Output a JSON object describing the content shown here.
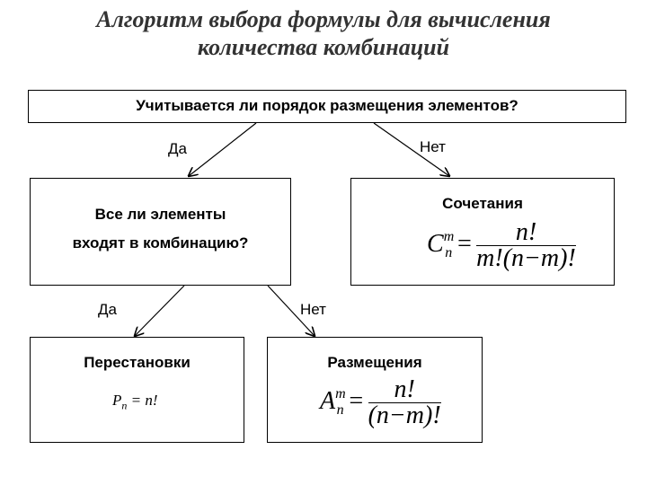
{
  "title": {
    "line1": "Алгоритм выбора формулы для вычисления",
    "line2": "количества комбинаций"
  },
  "root": {
    "question": "Учитывается ли порядок размещения элементов?"
  },
  "edges": {
    "root_yes": "Да",
    "root_no": "Нет",
    "second_yes": "Да",
    "second_no": "Нет"
  },
  "second": {
    "line1": "Все ли элементы",
    "line2": "входят в комбинацию?"
  },
  "combinations": {
    "title": "Сочетания",
    "lhs": "C",
    "sup": "m",
    "sub": "n",
    "eq": "=",
    "num": "n!",
    "den": "m!(n−m)!"
  },
  "permutations": {
    "title": "Перестановки",
    "formula_lhs": "P",
    "formula_sub": "n",
    "formula_rhs": " = n!"
  },
  "arrangements": {
    "title": "Размещения",
    "lhs": "A",
    "sup": "m",
    "sub": "n",
    "eq": "=",
    "num": "n!",
    "den": "(n−m)!"
  }
}
